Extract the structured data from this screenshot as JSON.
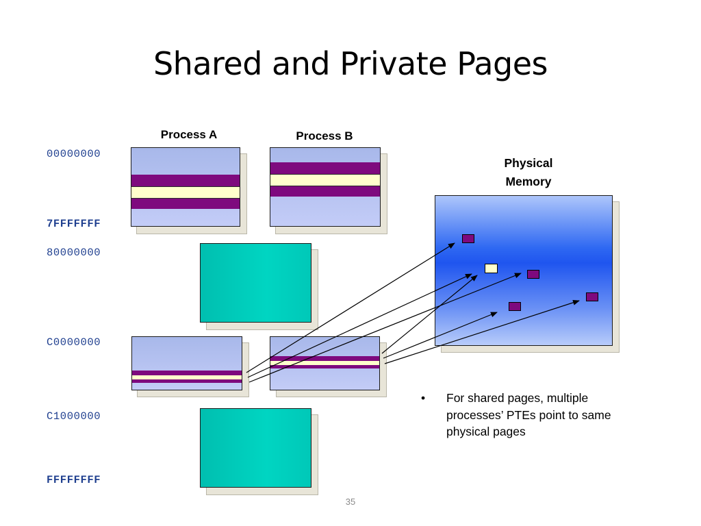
{
  "slide": {
    "title": "Shared and Private Pages",
    "slide_number": "35"
  },
  "addresses": [
    {
      "label": "00000000",
      "bold": false
    },
    {
      "label": "7FFFFFFF",
      "bold": true
    },
    {
      "label": "80000000",
      "bold": false
    },
    {
      "label": "C0000000",
      "bold": false
    },
    {
      "label": "C1000000",
      "bold": false
    },
    {
      "label": "FFFFFFFF",
      "bold": true
    }
  ],
  "processes": {
    "a_label": "Process A",
    "b_label": "Process B"
  },
  "physical_memory": {
    "label_line1": "Physical",
    "label_line2": "Memory"
  },
  "bullets": [
    "For shared pages, multiple processes’ PTEs point to same physical pages"
  ],
  "colors": {
    "shared_page": "#7e0a7e",
    "private_page": "#ffffcc",
    "system_space": "#00ccbb",
    "user_space": "#b3c0f0",
    "physical_memory": "#2e68f2",
    "address_text": "#1f3f8f"
  }
}
